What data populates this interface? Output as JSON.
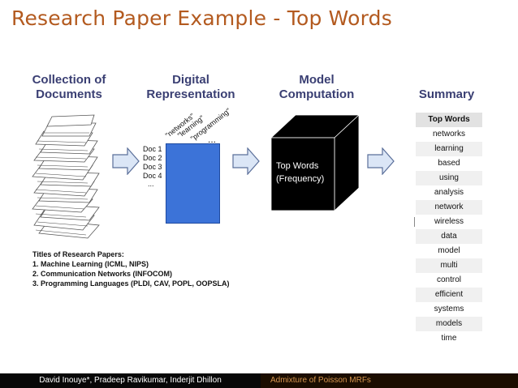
{
  "slide": {
    "title": "Research Paper Example - Top Words"
  },
  "columns": {
    "collection": "Collection of\nDocuments",
    "digital": "Digital\nRepresentation",
    "model": "Model\nComputation",
    "summary": "Summary"
  },
  "digital_rep": {
    "doc_labels": [
      "Doc 1",
      "Doc 2",
      "Doc 3",
      "Doc 4",
      "..."
    ],
    "rotated_words": [
      "\"networks\"",
      "\"learning\"",
      "\"programming\""
    ],
    "ellipsis": "..."
  },
  "model": {
    "cube_line1": "Top Words",
    "cube_line2": "(Frequency)"
  },
  "summary_table": {
    "header": "Top Words",
    "words": [
      "networks",
      "learning",
      "based",
      "using",
      "analysis",
      "network",
      "wireless",
      "data",
      "model",
      "multi",
      "control",
      "efficient",
      "systems",
      "models",
      "time"
    ]
  },
  "papers": {
    "heading": "Titles of Research Papers:",
    "items": [
      "1.  Machine Learning (ICML, NIPS)",
      "2.  Communication Networks (INFOCOM)",
      "3.  Programming Languages (PLDI, CAV, POPL, OOPSLA)"
    ]
  },
  "footer": {
    "authors": "David Inouye*, Pradeep Ravikumar, Inderjit Dhillon",
    "talk_title": "Admixture of Poisson MRFs"
  },
  "colors": {
    "title": "#b35a1f",
    "column_heading": "#3a3f73",
    "matrix_fill": "#3c73d8",
    "arrow_fill": "#dbe6f6",
    "arrow_stroke": "#5a6f9a",
    "cube": "#000000",
    "footer_left_bg": "#080808",
    "footer_right_bg": "#1b0d00",
    "footer_right_text": "#d79650"
  }
}
